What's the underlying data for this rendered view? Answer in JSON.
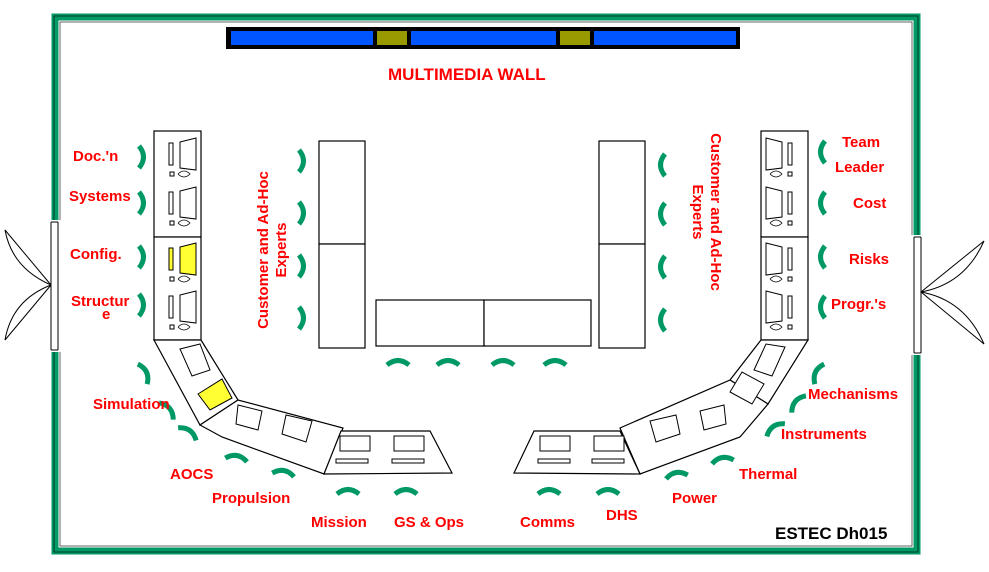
{
  "wall_title": "MULTIMEDIA WALL",
  "room_code": "ESTEC Dh015",
  "positions": {
    "doc": "Doc.'n",
    "systems": "Systems",
    "config": "Config.",
    "structure_1": "Structur",
    "structure_2": "e",
    "simulation": "Simulation",
    "aocs": "AOCS",
    "propulsion": "Propulsion",
    "mission": "Mission",
    "gs_ops": "GS & Ops",
    "comms": "Comms",
    "dhs": "DHS",
    "power": "Power",
    "thermal": "Thermal",
    "instruments": "Instruments",
    "mechanisms": "Mechanisms",
    "progress": "Progr.'s",
    "risks": "Risks",
    "cost": "Cost",
    "team_leader_1": "Team",
    "team_leader_2": "Leader"
  },
  "experts": {
    "line1": "Customer and Ad-Hoc",
    "line2": "Experts"
  },
  "colors": {
    "wall": "#009966",
    "screen": "#0055ff",
    "projector": "#999900",
    "label": "#ff0000",
    "highlight": "#ffff33",
    "chair": "#009966"
  }
}
